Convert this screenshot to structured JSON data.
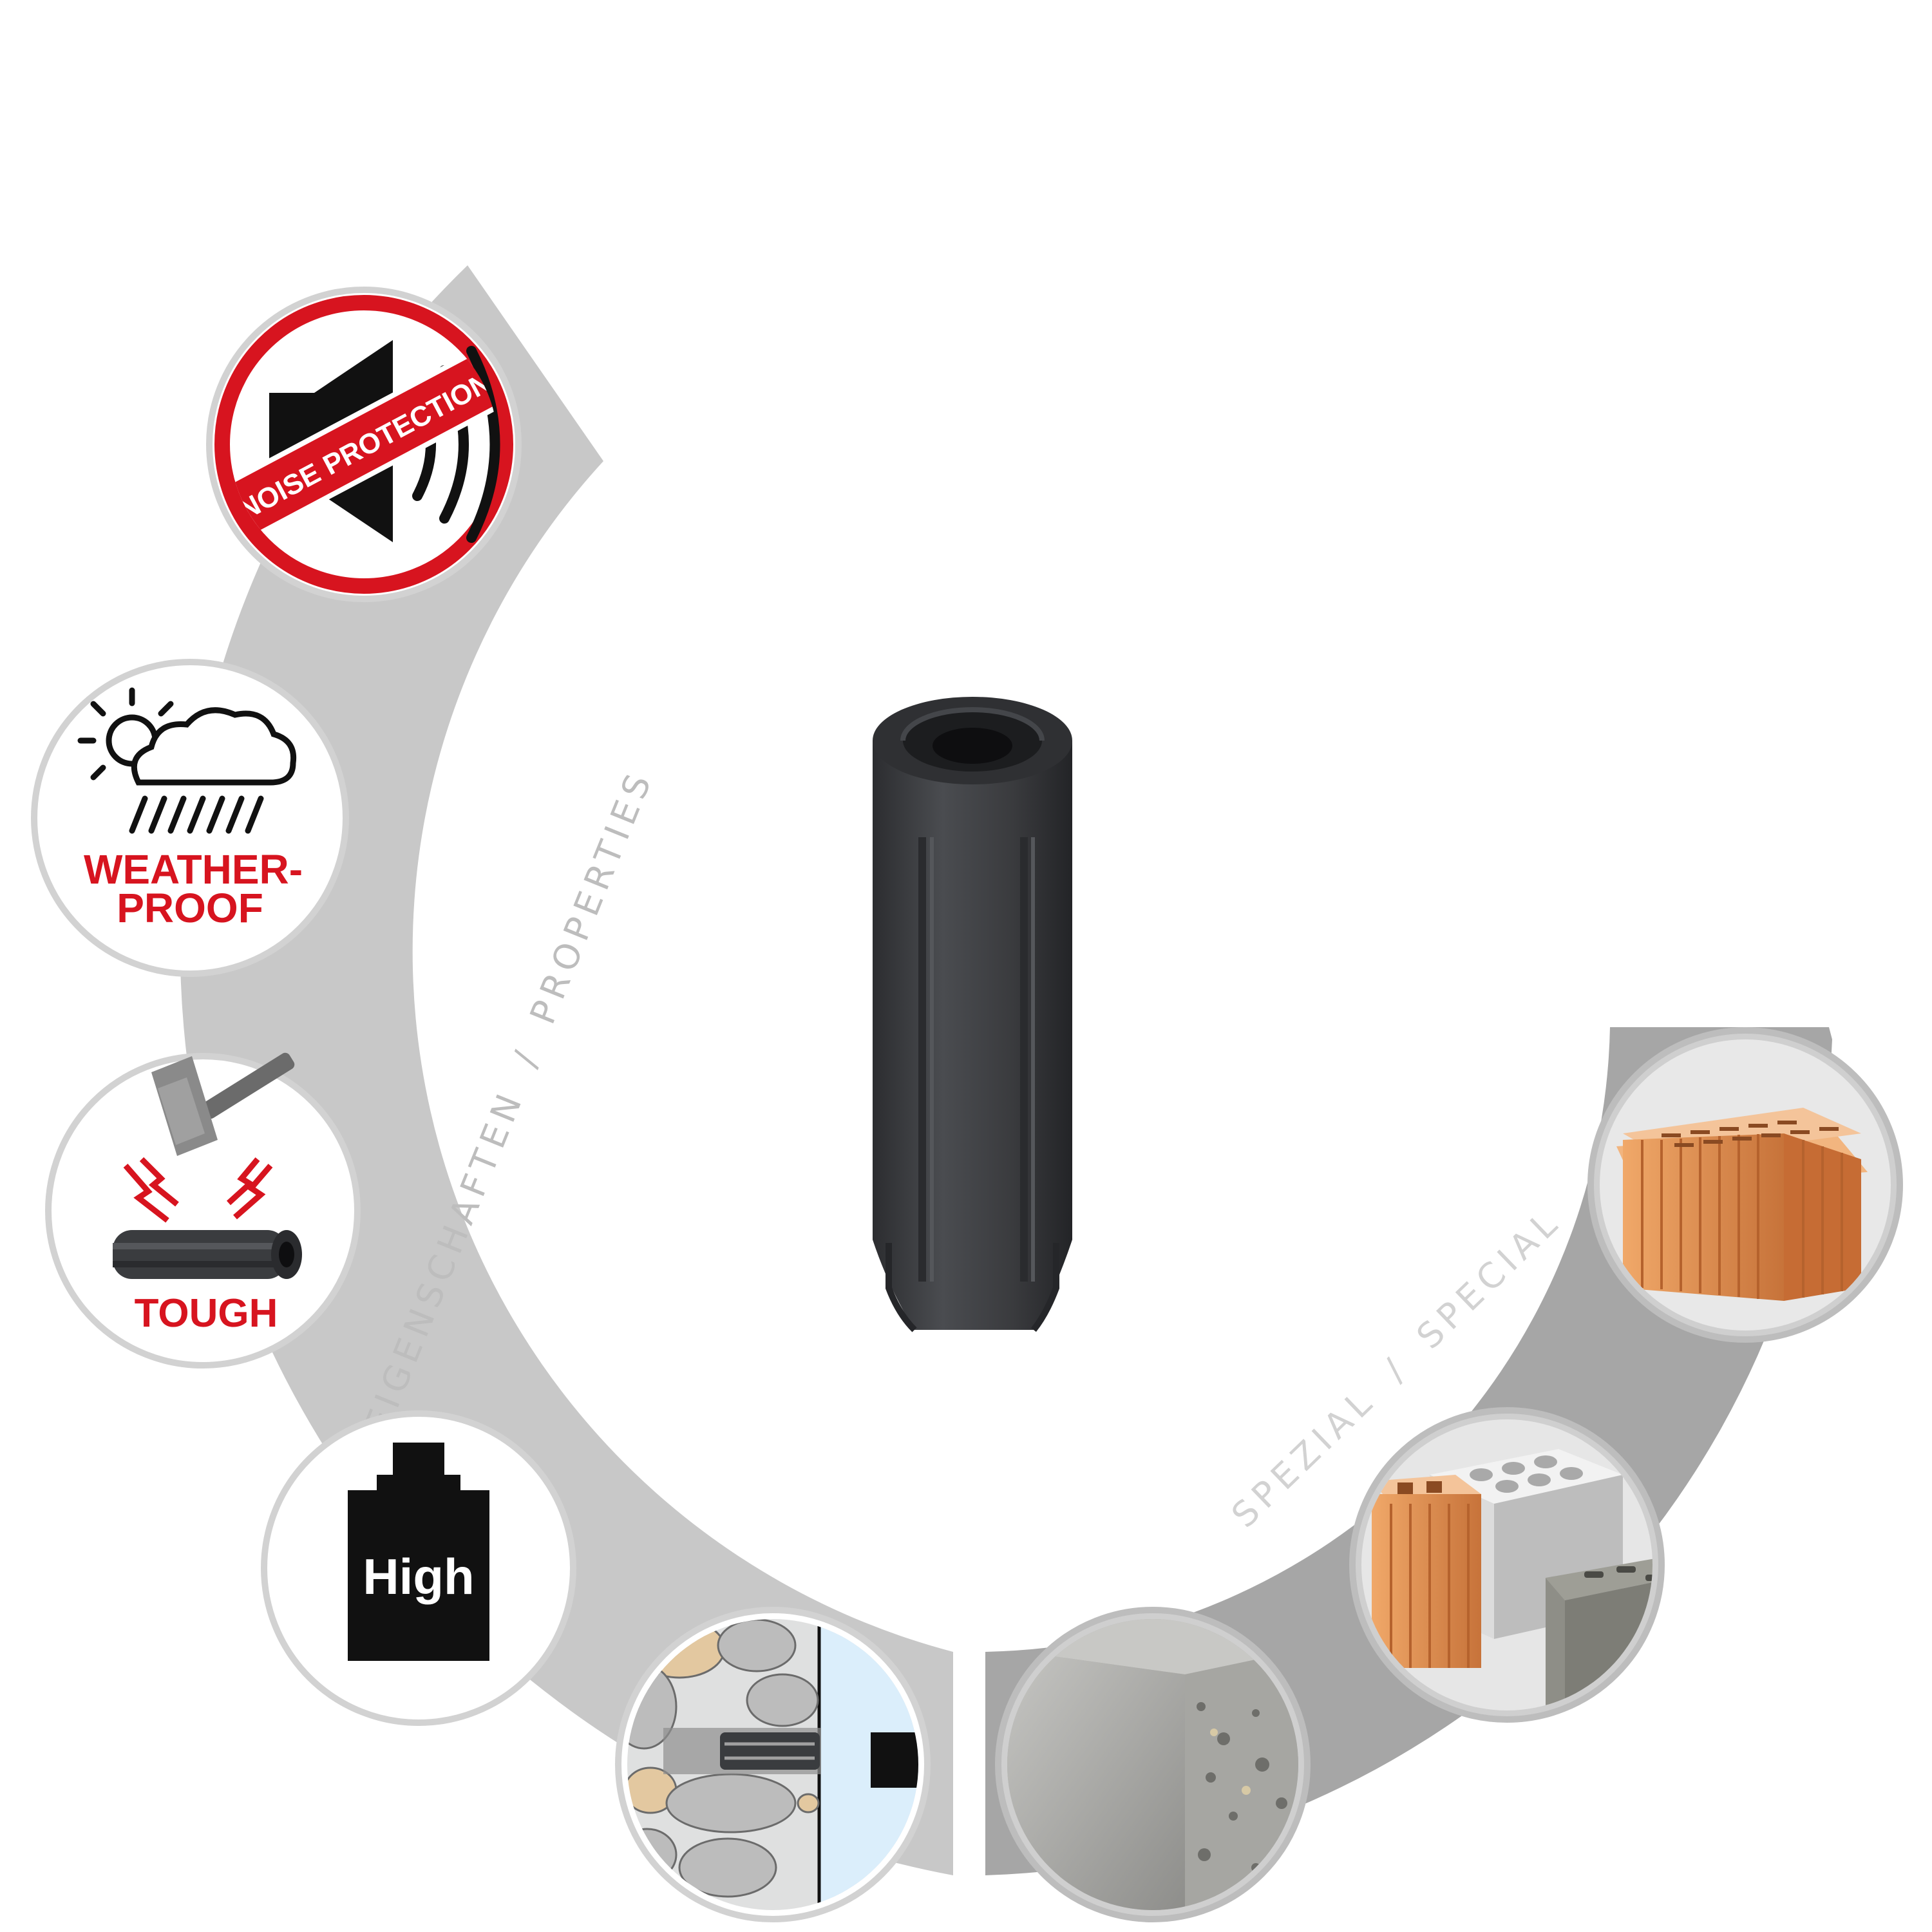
{
  "left_band": {
    "label_de": "EIGENSCHAFTEN",
    "separator": "/",
    "label_en": "PROPERTIES"
  },
  "right_band": {
    "label_de": "SPEZIAL",
    "separator": "/",
    "label_en": "SPECIAL"
  },
  "badges": {
    "noise": {
      "text": "NOISE PROTECTION",
      "icon": "speaker-muted-icon"
    },
    "weather": {
      "line1": "WEATHER-",
      "line2": "PROOF",
      "icon": "sun-cloud-rain-icon"
    },
    "tough": {
      "text": "TOUGH",
      "icon": "hammer-impact-icon"
    },
    "load": {
      "text": "High",
      "icon": "weight-icon"
    }
  },
  "colors": {
    "band_left": "#c8c8c8",
    "band_right": "#a6a6a6",
    "accent_red": "#d7141f",
    "anchor_dark": "#3a3c3f",
    "brick_orange": "#e59a5c"
  }
}
